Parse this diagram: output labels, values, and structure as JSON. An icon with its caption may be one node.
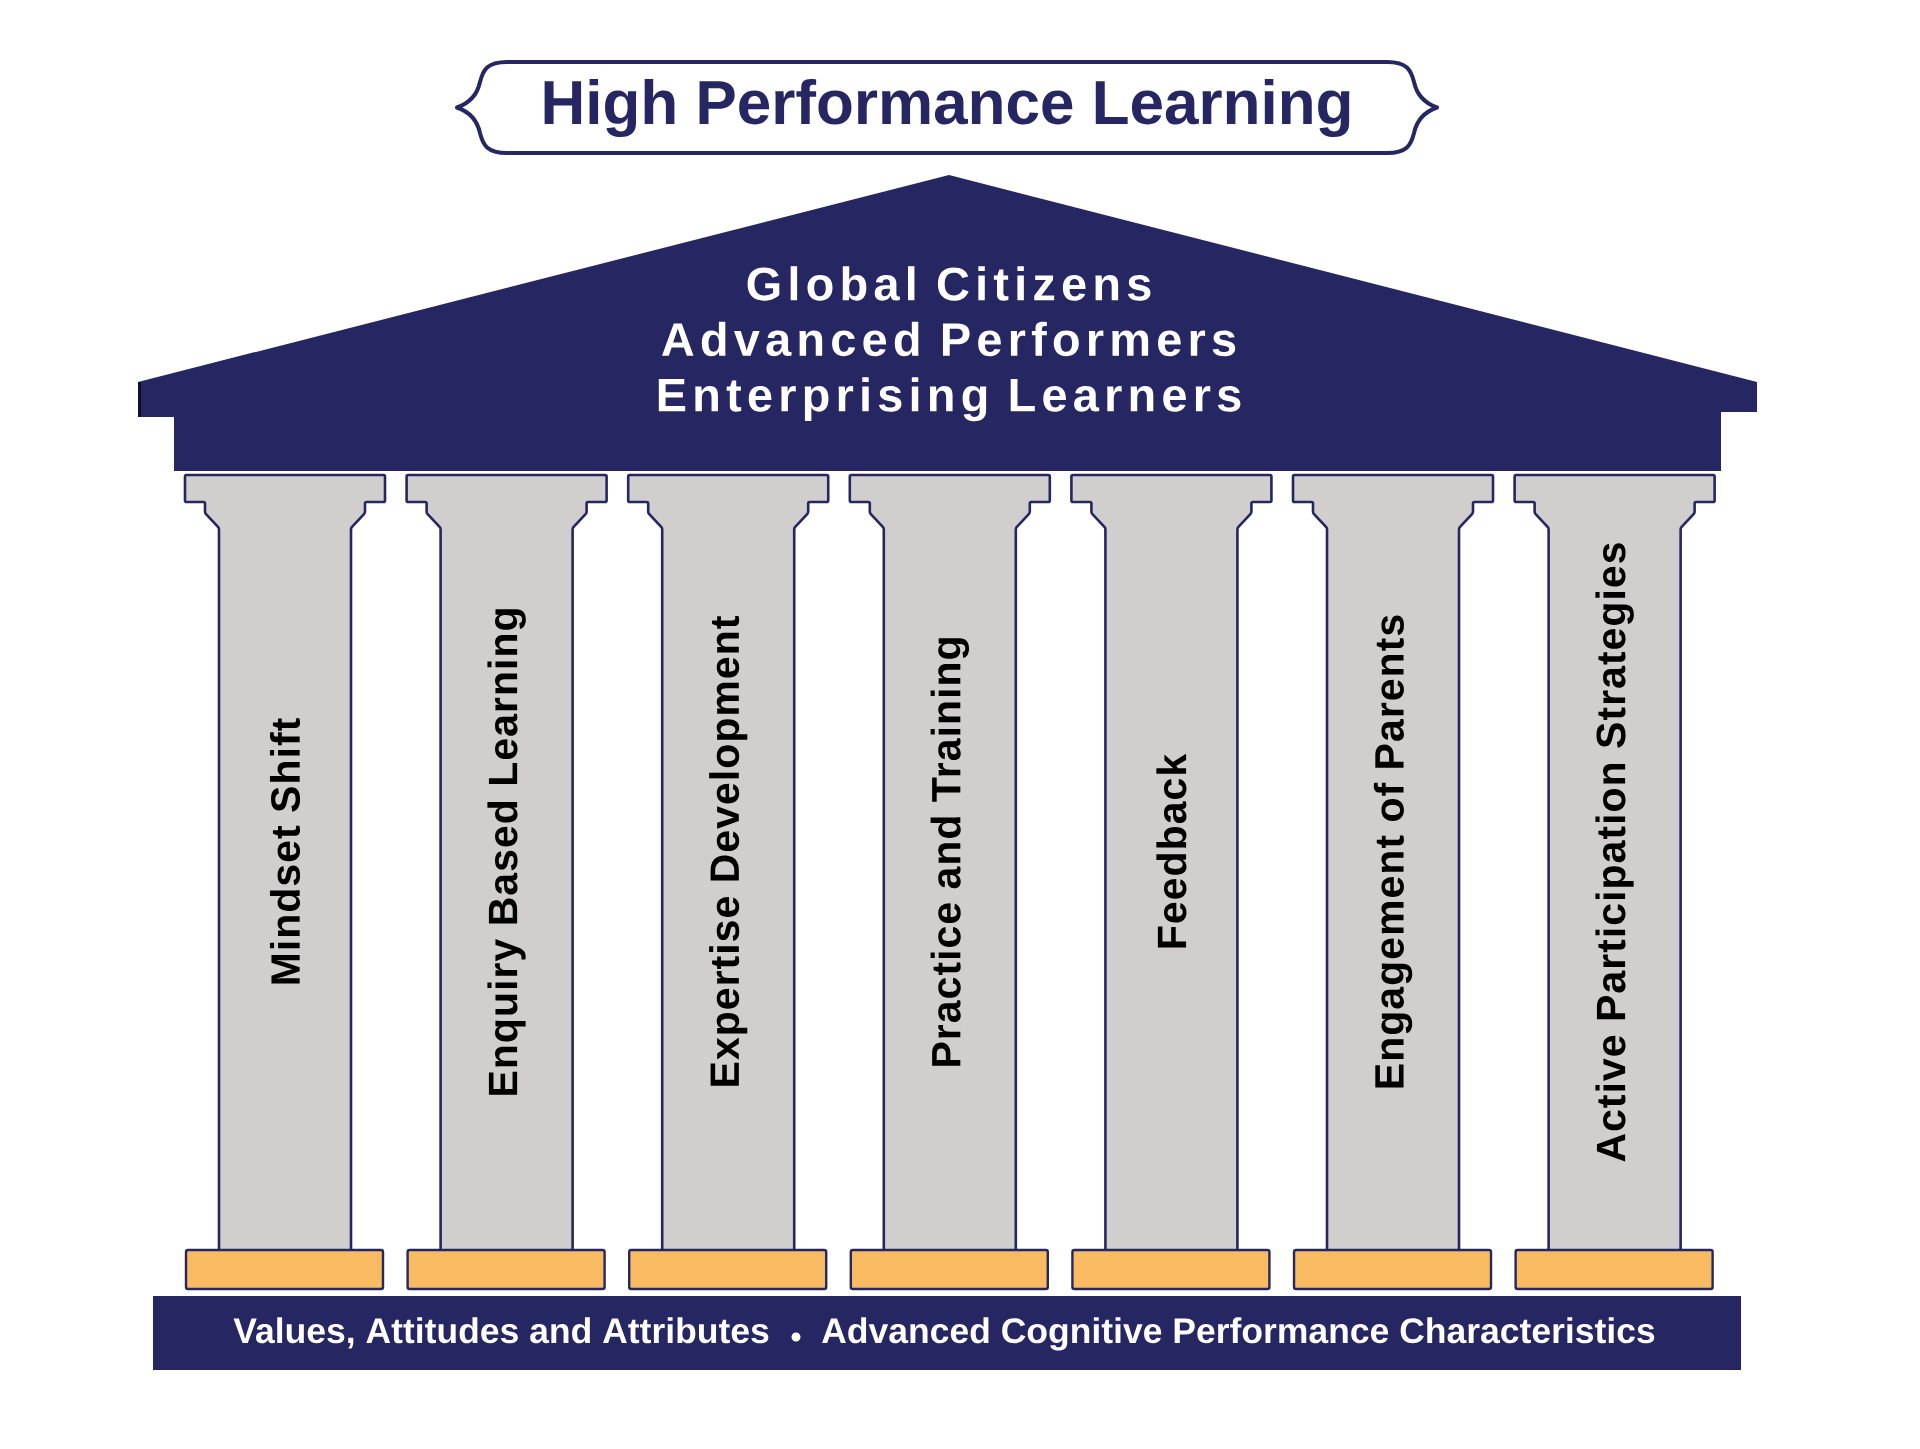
{
  "diagram": {
    "title": "High Performance Learning",
    "nodes": [
      {
        "text": [
          "Global Citizens",
          "Advanced Performers",
          "Enterprising Learners"
        ]
      },
      {
        "text": [
          "Mindset Shift"
        ]
      },
      {
        "text": [
          "Enquiry Based Learning"
        ]
      },
      {
        "text": [
          "Expertise Development"
        ]
      },
      {
        "text": [
          "Practice and Training"
        ]
      },
      {
        "text": [
          "Feedback"
        ]
      },
      {
        "text": [
          "Engagement of Parents"
        ]
      },
      {
        "text": [
          "Active Participation Strategies"
        ]
      },
      {
        "text": [
          "Values, Attitudes and Attributes",
          "Advanced Cognitive Performance Characteristics"
        ]
      }
    ]
  }
}
